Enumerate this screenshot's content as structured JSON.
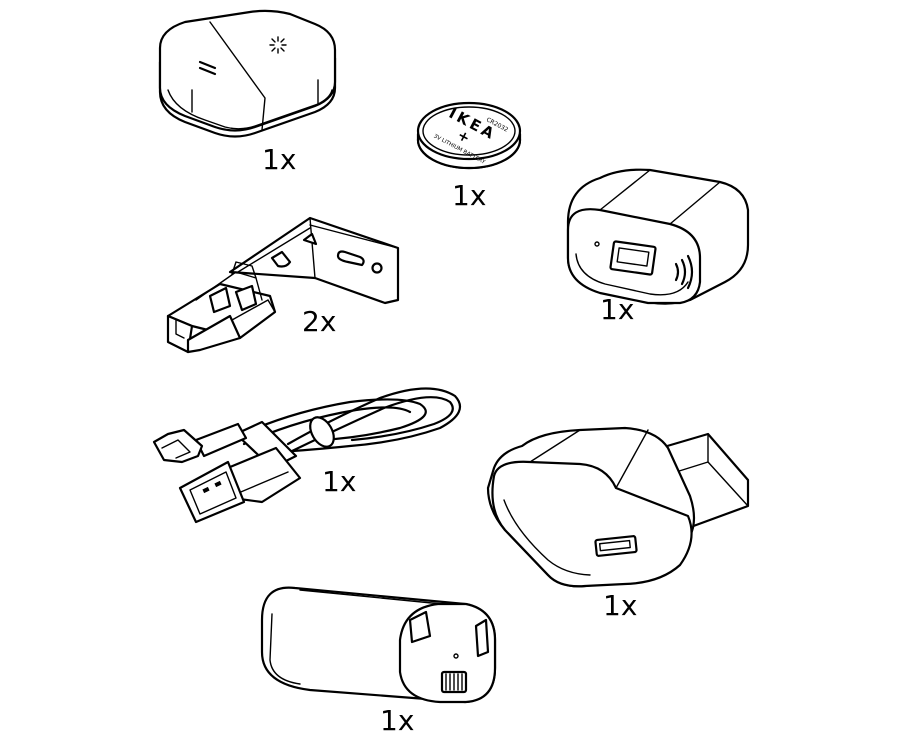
{
  "parts": [
    {
      "name": "remote-control",
      "quantity": "1x"
    },
    {
      "name": "battery-cr2032",
      "quantity": "1x",
      "battery_brand": "IKEA",
      "battery_model": "CR2032",
      "battery_text": "3V LITHIUM BATTERY",
      "battery_polarity": "+"
    },
    {
      "name": "usb-charger-receiver",
      "quantity": "1x"
    },
    {
      "name": "mounting-bracket",
      "quantity": "2x"
    },
    {
      "name": "usb-cable",
      "quantity": "1x"
    },
    {
      "name": "usb-power-adapter",
      "quantity": "1x"
    },
    {
      "name": "battery-pack",
      "quantity": "1x"
    }
  ],
  "colors": {
    "line": "#000000",
    "background": "#ffffff"
  }
}
